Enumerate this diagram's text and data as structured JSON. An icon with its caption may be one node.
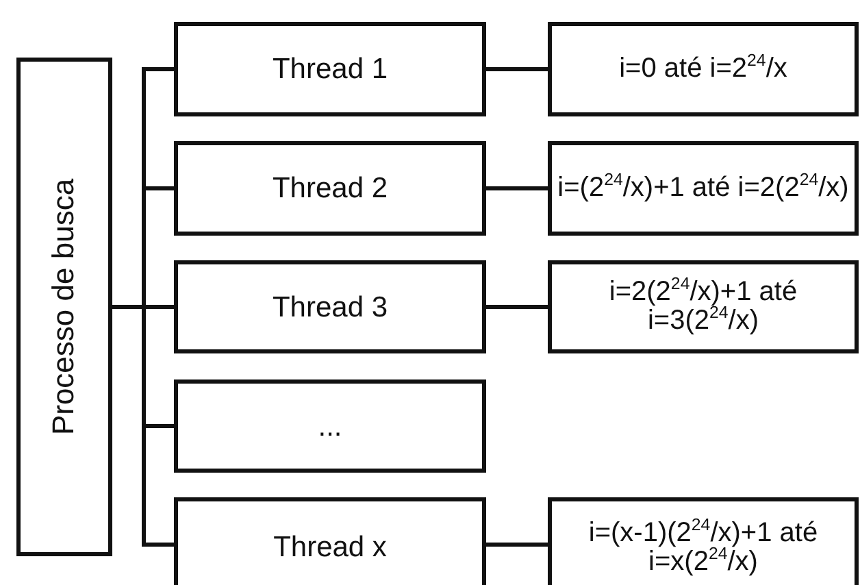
{
  "diagram": {
    "nodes": [
      {
        "text": [
          "Processo de busca"
        ]
      },
      {
        "text": [
          "Thread 1"
        ]
      },
      {
        "text": [
          "Thread 2"
        ]
      },
      {
        "text": [
          "Thread 3"
        ]
      },
      {
        "text": [
          "..."
        ]
      },
      {
        "text": [
          "Thread x"
        ]
      },
      {
        "text": [
          "i=0 até i=2$^{24}$/x"
        ]
      },
      {
        "text": [
          "i=(2$^{24}$/x)+1 até i=2(2$^{24}$/x)"
        ]
      },
      {
        "text": [
          "i=2(2$^{24}$/x)+1 até i=3(2$^{24}$/x)"
        ]
      },
      {
        "text": [
          "i=(x-1)(2$^{24}$/x)+1 até i=x(2$^{24}$/x)"
        ]
      }
    ],
    "edges": [
      {
        "from": 0,
        "to": 1,
        "arrow": "none"
      },
      {
        "from": 0,
        "to": 2,
        "arrow": "none"
      },
      {
        "from": 0,
        "to": 3,
        "arrow": "none"
      },
      {
        "from": 0,
        "to": 4,
        "arrow": "none"
      },
      {
        "from": 0,
        "to": 5,
        "arrow": "none"
      },
      {
        "from": 1,
        "to": 6,
        "arrow": "none"
      },
      {
        "from": 2,
        "to": 7,
        "arrow": "none"
      },
      {
        "from": 3,
        "to": 8,
        "arrow": "none"
      },
      {
        "from": 5,
        "to": 9,
        "arrow": "none"
      }
    ]
  }
}
